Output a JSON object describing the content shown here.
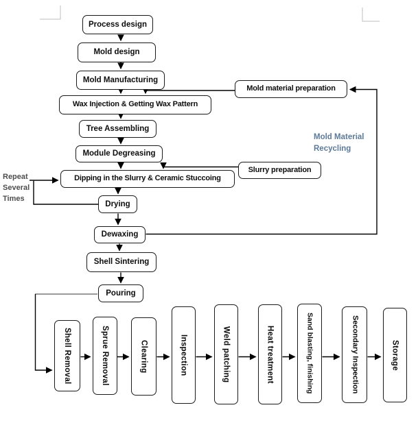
{
  "diagram": {
    "main_flow": [
      {
        "label": "Process design"
      },
      {
        "label": "Mold design"
      },
      {
        "label": "Mold Manufacturing"
      },
      {
        "label": "Wax Injection & Getting Wax Pattern"
      },
      {
        "label": "Tree Assembling"
      },
      {
        "label": "Module Degreasing"
      },
      {
        "label": "Dipping in the Slurry & Ceramic Stuccoing"
      },
      {
        "label": "Drying"
      },
      {
        "label": "Dewaxing"
      },
      {
        "label": "Shell Sintering"
      },
      {
        "label": "Pouring"
      }
    ],
    "side_inputs": [
      {
        "label": "Mold material preparation"
      },
      {
        "label": "Slurry preparation"
      }
    ],
    "annotations": {
      "repeat_loop": {
        "label": "Repeat Several Times",
        "color": "#4d4d4d"
      },
      "recycling": {
        "label": "Mold Material Recycling",
        "color": "#5d7a99"
      }
    },
    "finishing_flow": [
      {
        "label": "Shell Removal"
      },
      {
        "label": "Sprue Removal"
      },
      {
        "label": "Clearing"
      },
      {
        "label": "Inspection"
      },
      {
        "label": "Weld patching"
      },
      {
        "label": "Heat treatment"
      },
      {
        "label": "Sand blasting, finishing"
      },
      {
        "label": "Secondary Inspection"
      },
      {
        "label": "Storage"
      }
    ],
    "colors": {
      "box_border": "#1a1a1a",
      "box_fill": "#ffffff",
      "connector": "#000000",
      "page_corner_mark": "#c9c9c9"
    }
  }
}
